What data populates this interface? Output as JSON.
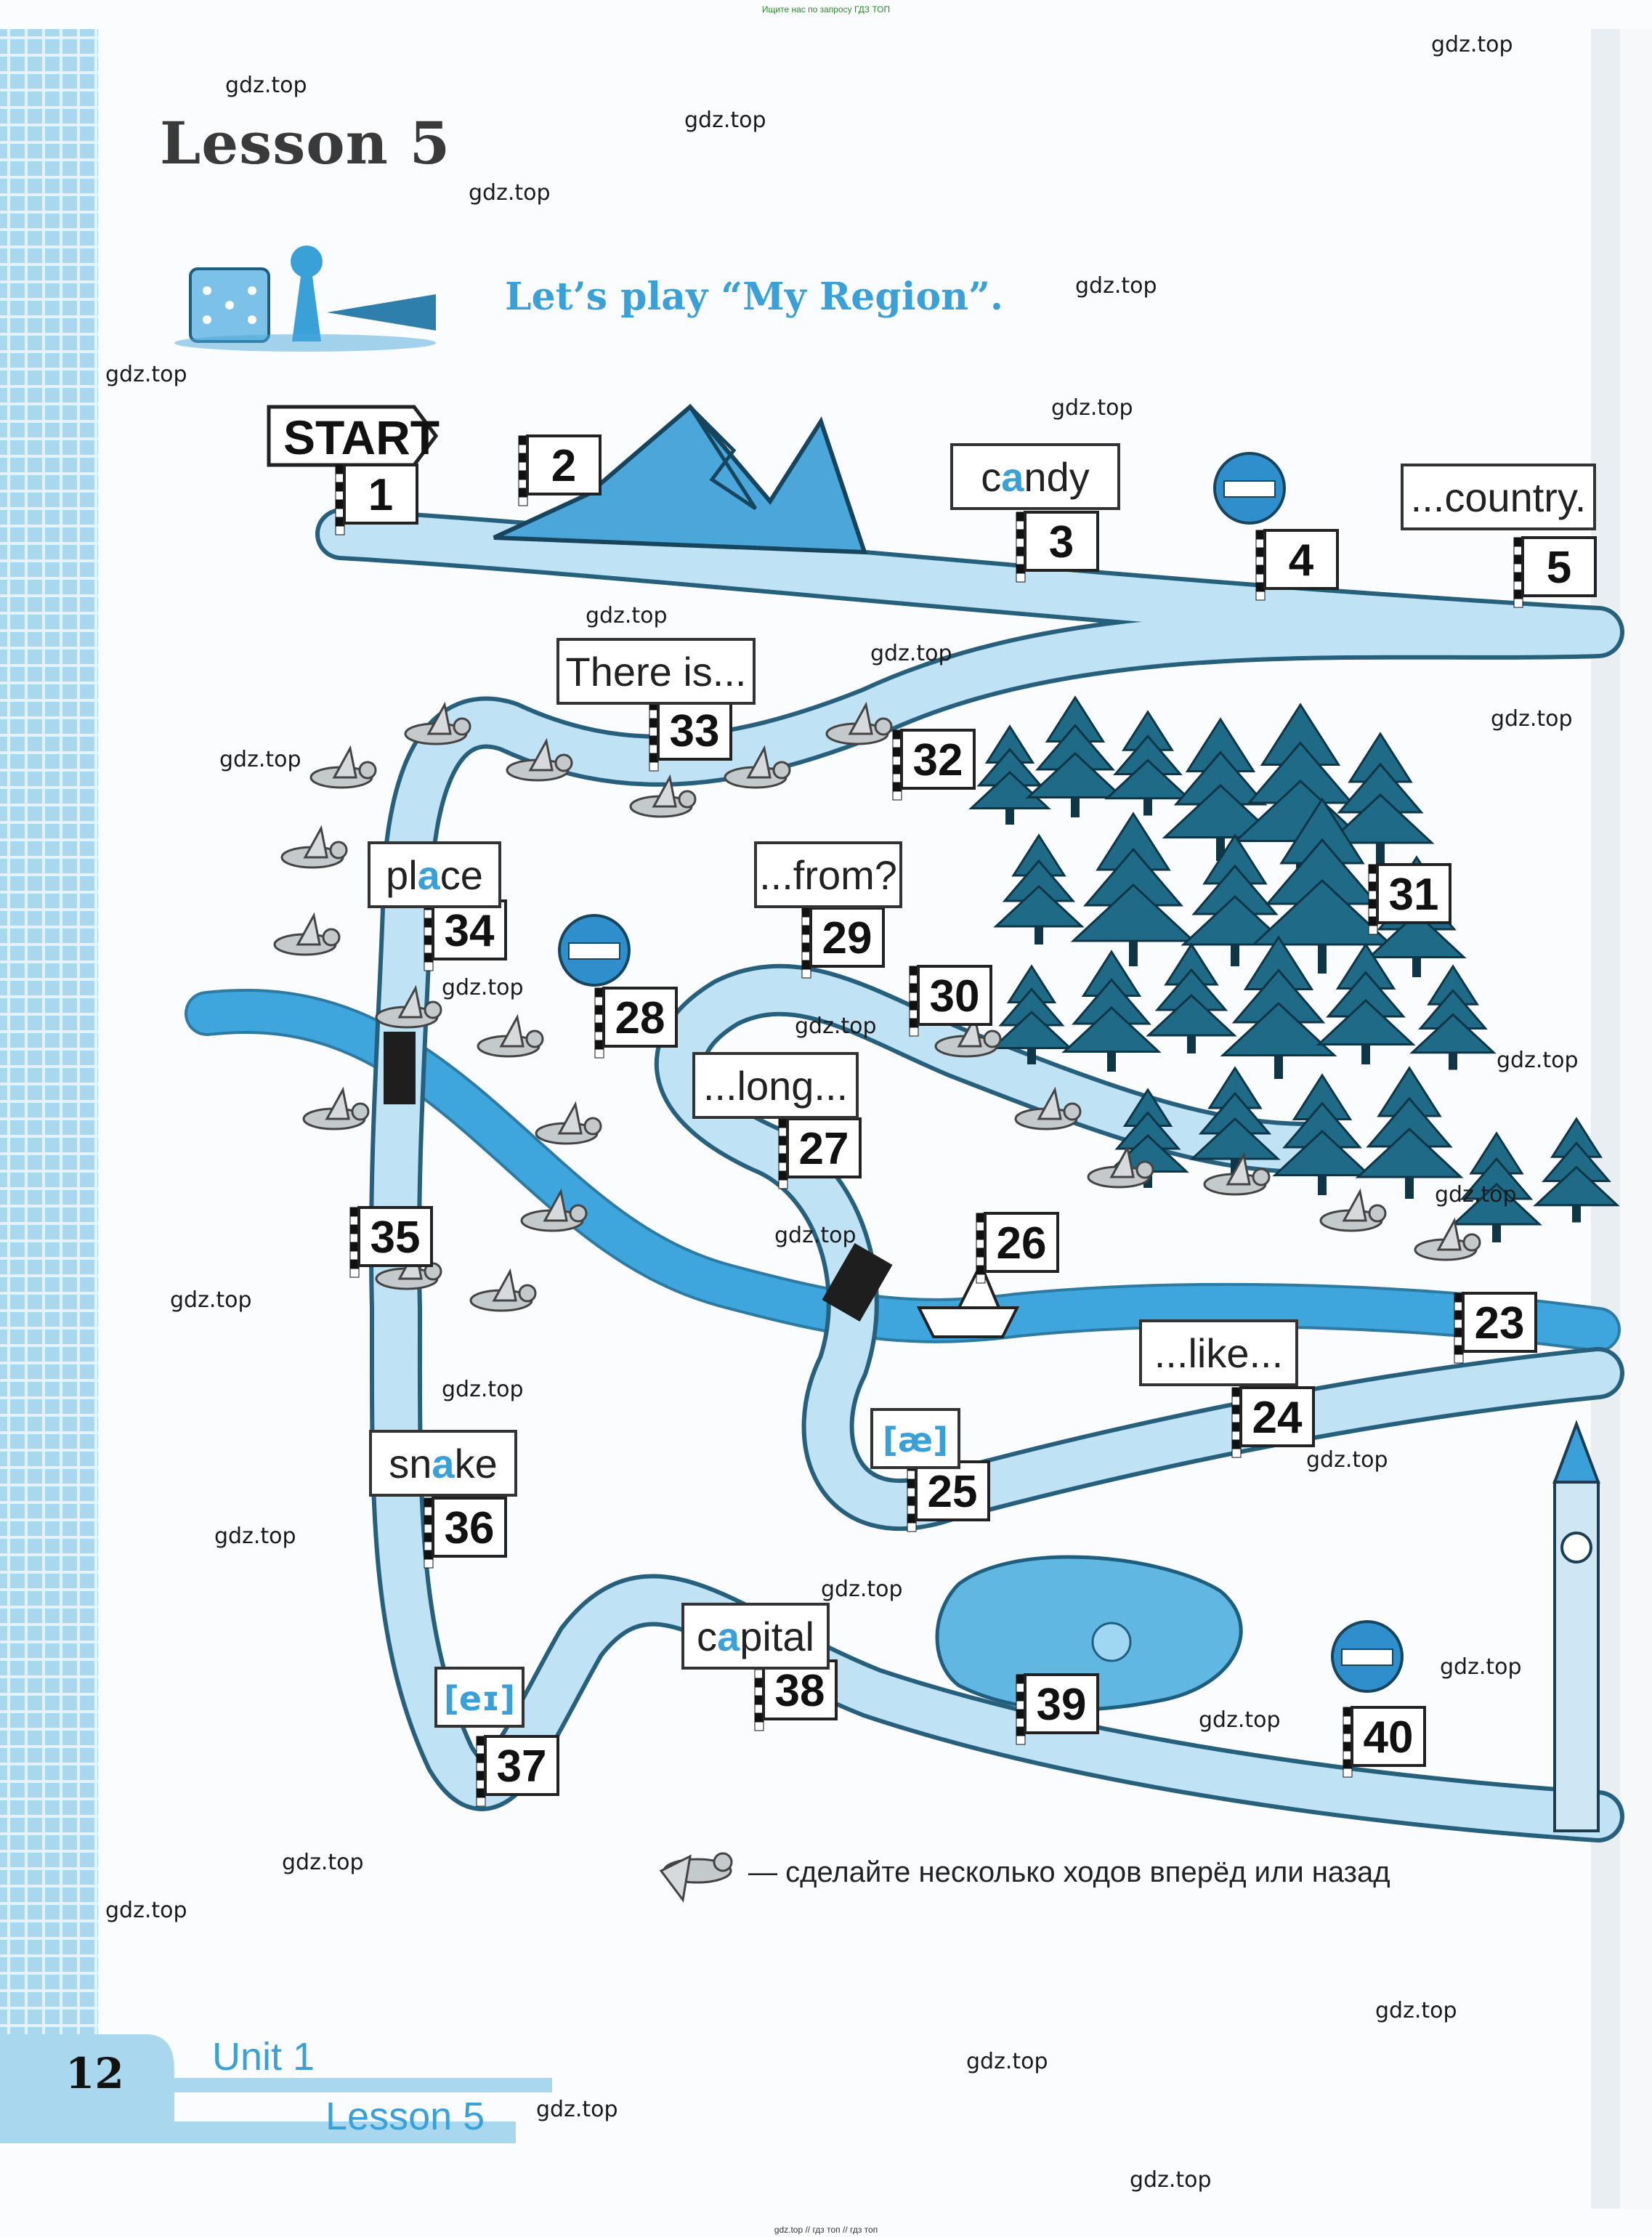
{
  "top_note": "Ищите нас по запросу ГДЗ ТОП",
  "bottom_note": "gdz.top // гдз топ // гдз топ",
  "title": "Lesson 5",
  "subtitle": "Let’s play “My Region”.",
  "start_label": "START",
  "legend_text": "— сделайте несколько ходов вперёд или назад",
  "page_number": "12",
  "footer": {
    "unit": "Unit 1",
    "lesson": "Lesson 5"
  },
  "watermark": "gdz.top",
  "colors": {
    "road": "#b9dff1",
    "road_edge": "#26607d",
    "river": "#3ea6dd",
    "accent": "#3aa0d8",
    "tree": "#1f6a86",
    "sidebar": "#aad8ef"
  },
  "stops": [
    {
      "n": "1"
    },
    {
      "n": "2"
    },
    {
      "n": "3"
    },
    {
      "n": "4"
    },
    {
      "n": "5"
    },
    {
      "n": "23"
    },
    {
      "n": "24"
    },
    {
      "n": "25"
    },
    {
      "n": "26"
    },
    {
      "n": "27"
    },
    {
      "n": "28"
    },
    {
      "n": "29"
    },
    {
      "n": "30"
    },
    {
      "n": "31"
    },
    {
      "n": "32"
    },
    {
      "n": "33"
    },
    {
      "n": "34"
    },
    {
      "n": "35"
    },
    {
      "n": "36"
    },
    {
      "n": "37"
    },
    {
      "n": "38"
    },
    {
      "n": "39"
    },
    {
      "n": "40"
    }
  ],
  "signs": [
    {
      "text": "candy",
      "hl": "a"
    },
    {
      "text": "...country.",
      "hl": ""
    },
    {
      "text": "There is...",
      "hl": ""
    },
    {
      "text": "...from?",
      "hl": ""
    },
    {
      "text": "place",
      "hl": "a"
    },
    {
      "text": "...long...",
      "hl": ""
    },
    {
      "text": "...like...",
      "hl": ""
    },
    {
      "text": "snake",
      "hl": "a"
    },
    {
      "text": "capital",
      "hl": "a"
    }
  ],
  "phonetic_signs": [
    "[æ]",
    "[eɪ]"
  ]
}
